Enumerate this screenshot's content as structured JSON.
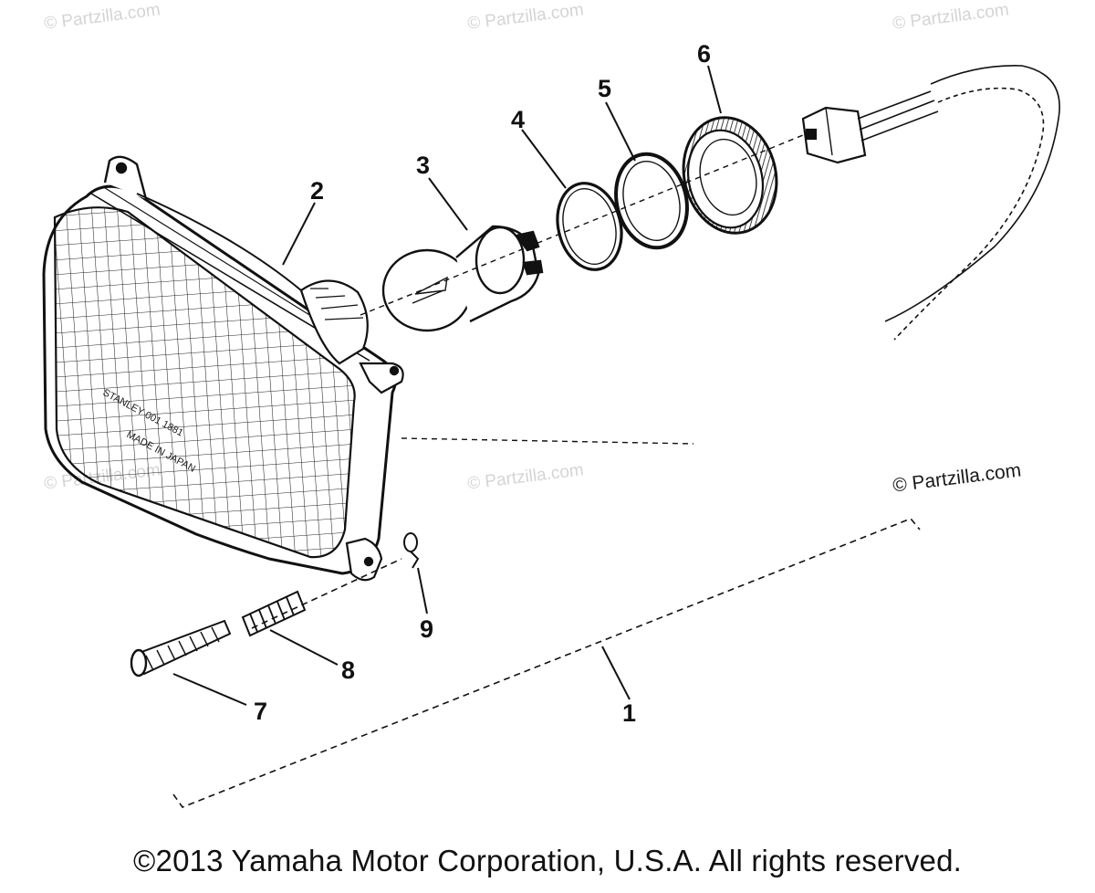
{
  "watermarks": {
    "w1": "© Partzilla.com",
    "w2": "© Partzilla.com",
    "w3": "© Partzilla.com",
    "w4": "© Partzilla.com",
    "w5": "© Partzilla.com",
    "w6": "© Partzilla.com"
  },
  "callouts": {
    "c1": "1",
    "c2": "2",
    "c3": "3",
    "c4": "4",
    "c5": "5",
    "c6": "6",
    "c7": "7",
    "c8": "8",
    "c9": "9"
  },
  "lens_marking": {
    "line1": "STANLEY 001 1881",
    "line2": "MADE IN JAPAN"
  },
  "footer": {
    "copyright": "©2013 Yamaha Motor Corporation, U.S.A. All rights reserved."
  },
  "colors": {
    "ink": "#111111",
    "watermark": "#d4d4d4",
    "background": "#ffffff"
  }
}
